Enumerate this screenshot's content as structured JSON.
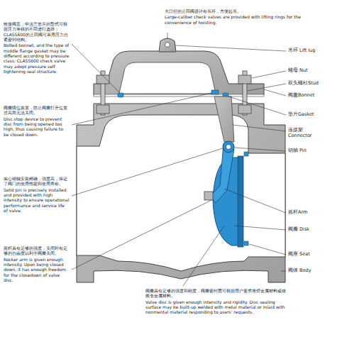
{
  "diagram": {
    "labels": [
      "大口径的止回阀设计有吊环，方便起吊。",
      "Large-caliber check valves are provided with lifting rings for the convenience of hoisting.",
      "栓接阀盖，中法兰垫片的型式可根据压力等级的不同进行选择；CLASS600的止回阀可采用压力自紧密封结构。",
      "Bolted bonnet, and the type of middle flange gasket may be different according to pressure class; CLASS600 check valve may adopt pressure self tightening seal structure.",
      "阀瓣限位装置，防止阀瓣打开位置过高而无法关闭。",
      "Disc stop device to prevent disc from being opened too high, thus causing failure to be closed down.",
      "实心销轴安装精确，强度高，保证了阀门的使用性能和使用寿命。",
      "Solid pin is precisely installed and provided with high intensity to ensure operational performance and service life of valve.",
      "摇杆具有足够的强度，关闭时有足够的自由度以利于阀瓣关闭。",
      "Rocker arm is given enough intensity. Upon being closed down, it has enough freedom for the closedown of valve disc.",
      "阀瓣具有足够的强度和刚度，阀瓣密封面可根据用户要求堆焊金属材料或镶嵌非金属材料。",
      "Valve disc is given enough intensity and rigidity. Disc sealing surface may be built-up welded with metal material or inlaid with nonmental material responding to users' requests.",
      "吊环 Lift lug",
      "螺母 Nut",
      "双头螺柱Stud",
      "阀盖Bonnet",
      "垫片Gasket",
      "连接架 Connector",
      "销轴 Pin",
      "摇杆Arm",
      "阀瓣 Disk",
      "阀座 Seat",
      "阀体 Body"
    ]
  }
}
